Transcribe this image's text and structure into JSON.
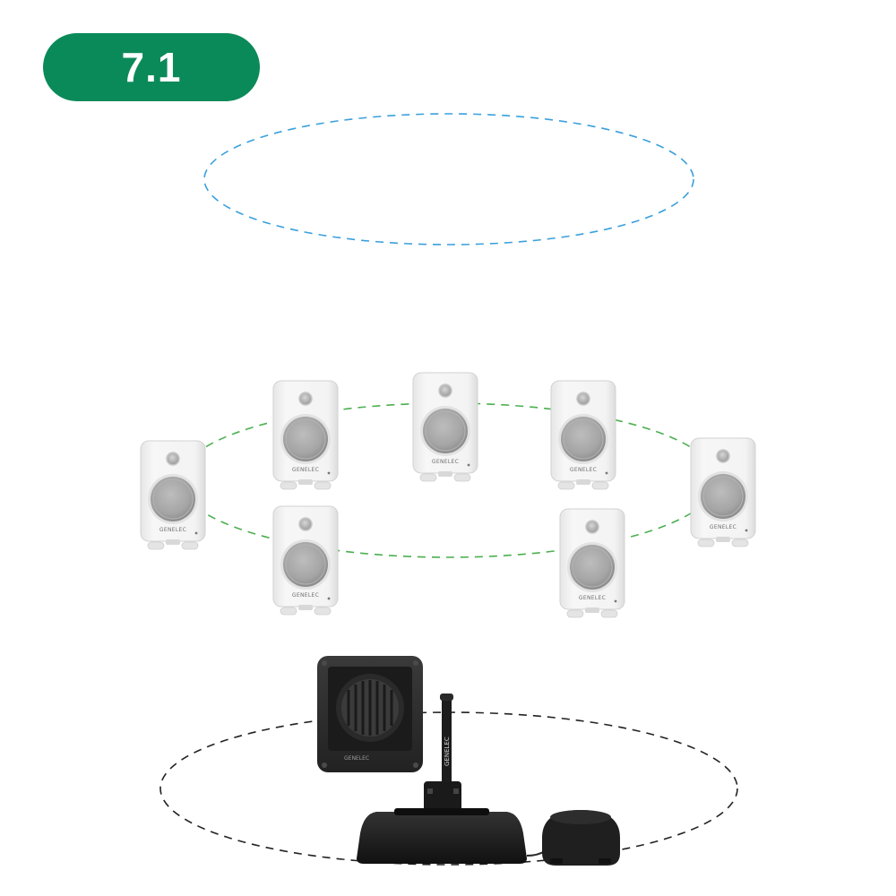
{
  "badge": {
    "label": "7.1"
  },
  "colors": {
    "badge_bg": "#0b8a59",
    "badge_text": "#ffffff",
    "height_ring": "#3aa0dd",
    "ear_ring": "#4caf50",
    "floor_ring": "#222222",
    "speaker_body": "#f2f2f2",
    "subwoofer_body": "#2b2b2b"
  },
  "speakers": [
    {
      "name": "left-surround",
      "brand": "GENELEC"
    },
    {
      "name": "left-front",
      "brand": "GENELEC"
    },
    {
      "name": "center",
      "brand": "GENELEC"
    },
    {
      "name": "right-front",
      "brand": "GENELEC"
    },
    {
      "name": "right-surround",
      "brand": "GENELEC"
    },
    {
      "name": "left-rear",
      "brand": "GENELEC"
    },
    {
      "name": "right-rear",
      "brand": "GENELEC"
    }
  ],
  "subwoofer": {
    "brand": "GENELEC"
  },
  "microphone": {
    "brand": "GENELEC"
  },
  "icons": {
    "speaker": "studio-monitor-icon",
    "subwoofer": "subwoofer-icon",
    "microphone": "calibration-microphone-icon",
    "hub": "network-hub-icon"
  }
}
